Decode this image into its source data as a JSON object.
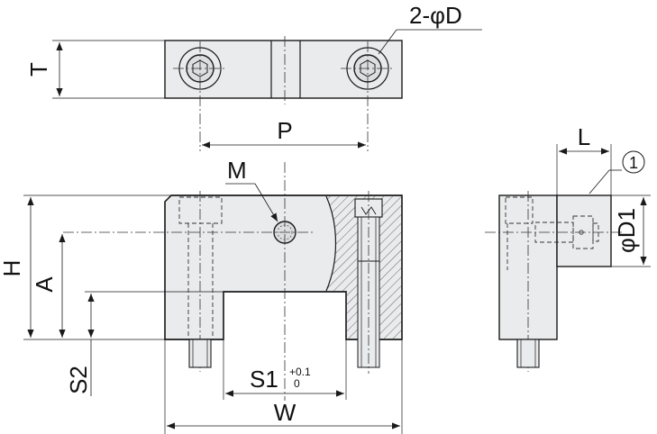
{
  "labels": {
    "holes": "2-φD",
    "t": "T",
    "p": "P",
    "m": "M",
    "h": "H",
    "a": "A",
    "s2": "S2",
    "s1": "S1",
    "s1_tol_upper": "+0.1",
    "s1_tol_lower": "0",
    "w": "W",
    "l": "L",
    "item_no": "1",
    "d1": "φD1"
  }
}
